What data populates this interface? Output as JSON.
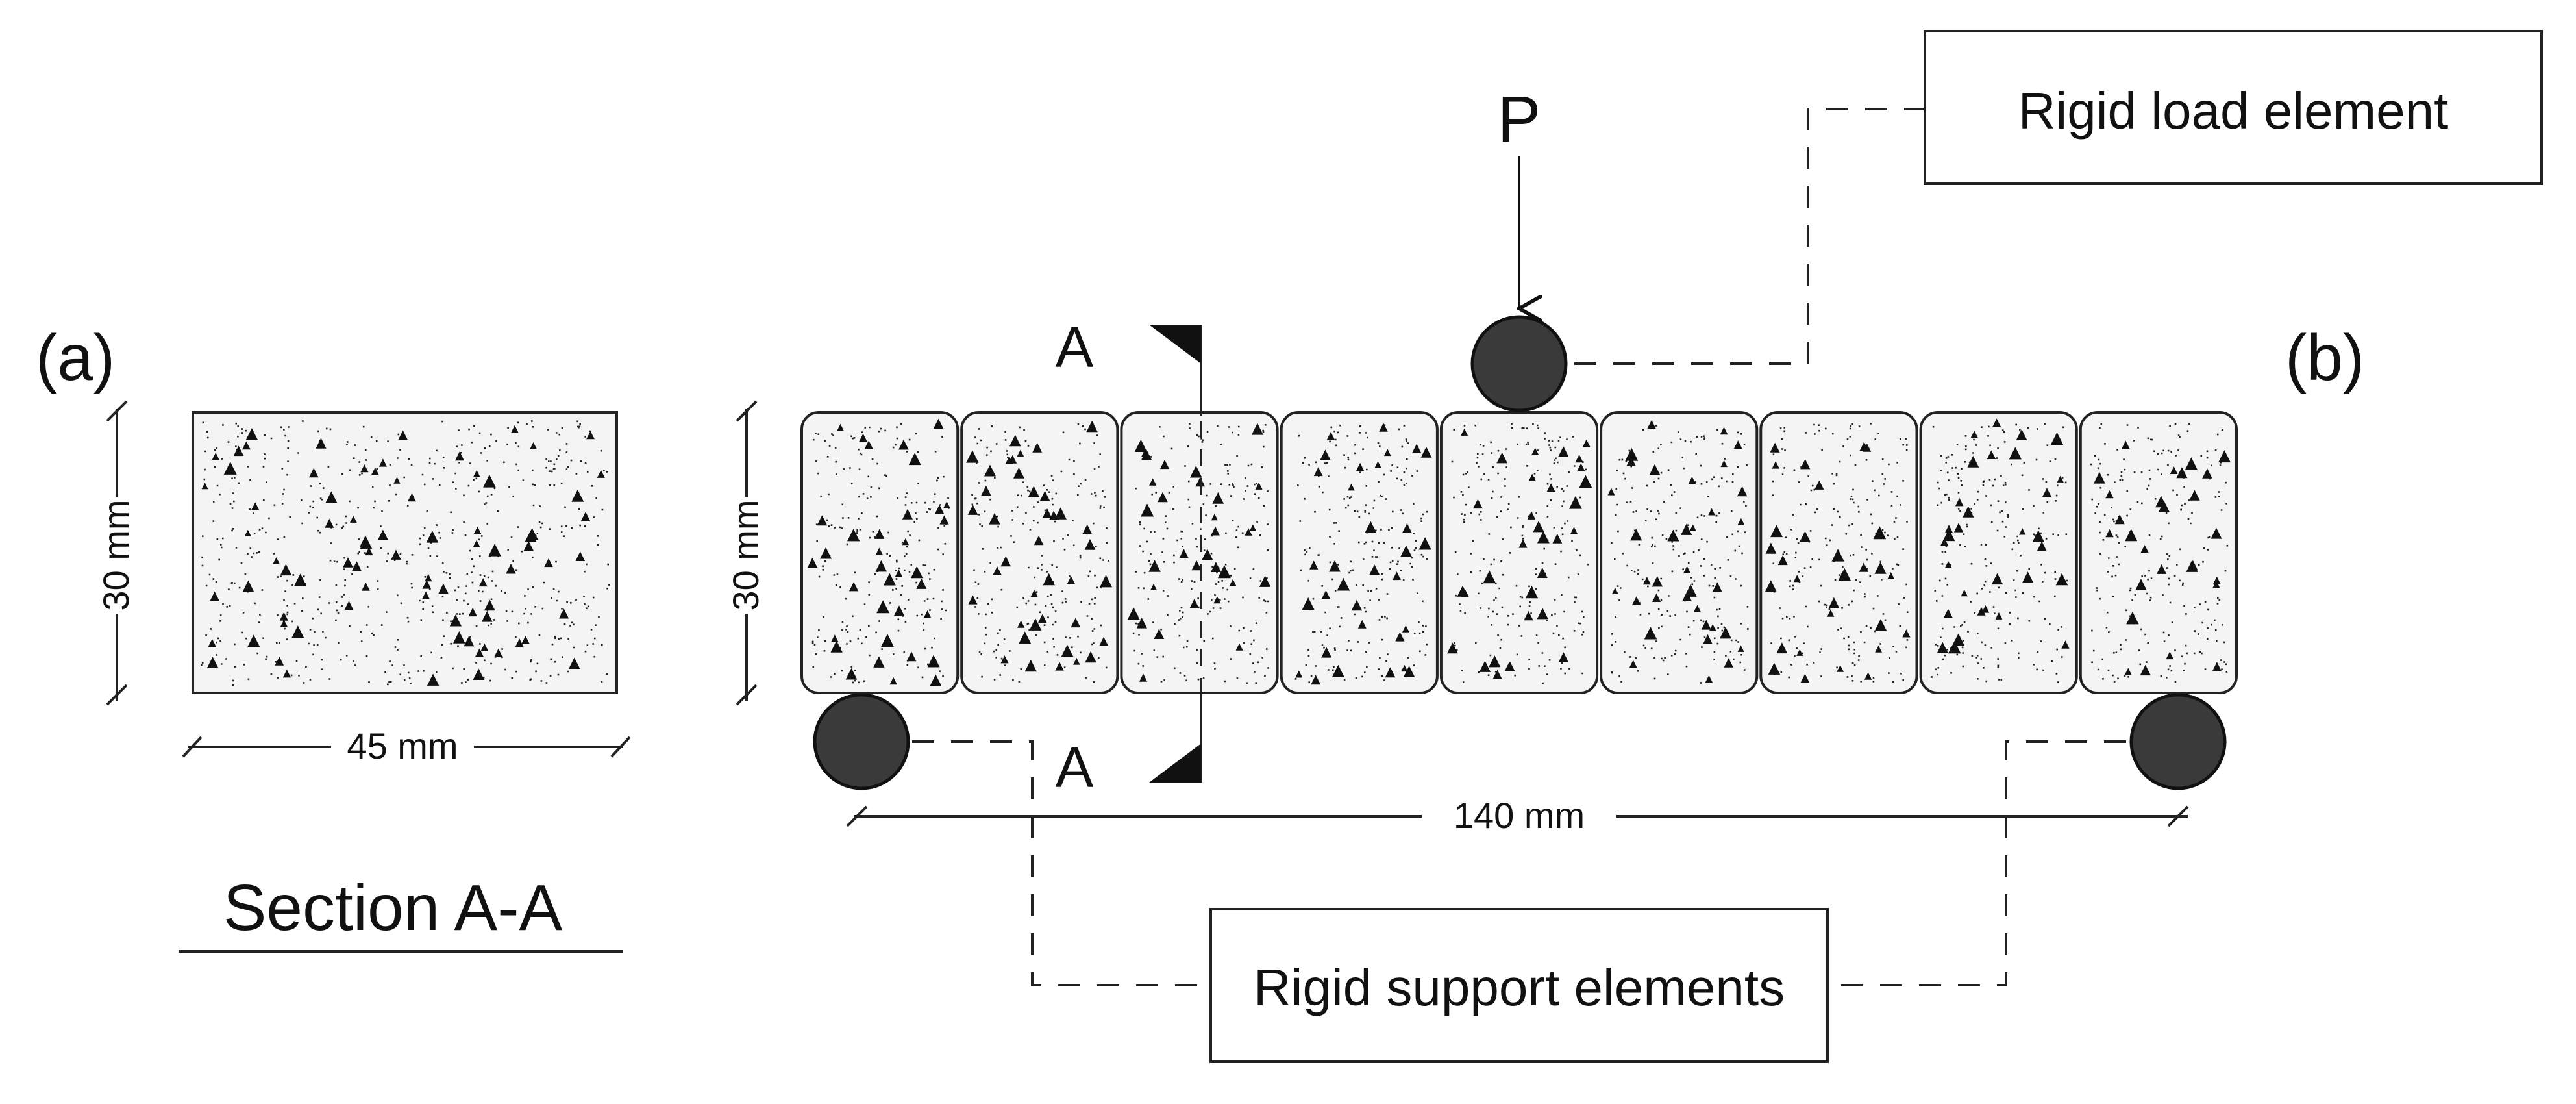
{
  "panel_a": {
    "label": "(a)",
    "height_dim": "30 mm",
    "width_dim": "45 mm",
    "section_title": "Section A-A"
  },
  "panel_b": {
    "label": "(b)",
    "height_dim": "30 mm",
    "span_dim": "140 mm",
    "load_symbol": "P",
    "section_mark_top": "A",
    "section_mark_bottom": "A",
    "load_callout": "Rigid load element",
    "support_callout": "Rigid support elements",
    "element_count": 9
  }
}
